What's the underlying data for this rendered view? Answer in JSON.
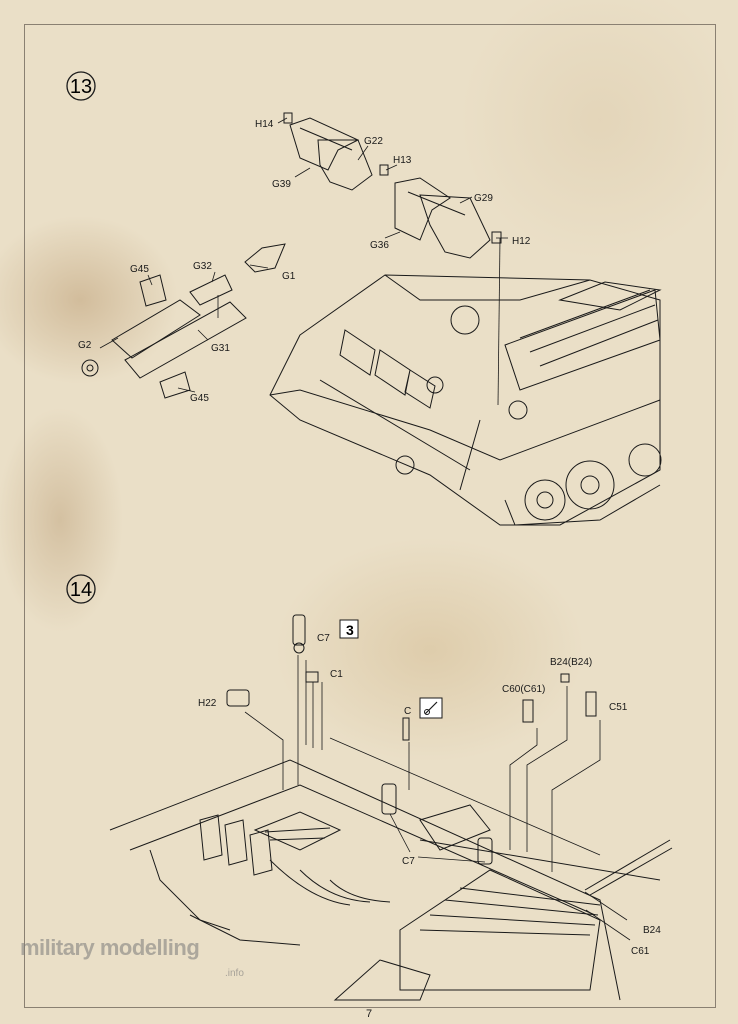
{
  "steps": [
    {
      "number": "13",
      "labels": {
        "H14": "H14",
        "G22": "G22",
        "H13": "H13",
        "G39": "G39",
        "G29": "G29",
        "G36": "G36",
        "H12": "H12",
        "G45a": "G45",
        "G32": "G32",
        "G1": "G1",
        "G2": "G2",
        "G31": "G31",
        "G45b": "G45"
      }
    },
    {
      "number": "14",
      "labels": {
        "C7a": "C7",
        "C1": "C1",
        "H22": "H22",
        "C": "C",
        "B24B24": "B24(B24)",
        "C60C61": "C60(C61)",
        "C51": "C51",
        "C7b": "C7",
        "B24": "B24",
        "C61": "C61"
      },
      "badge_count": "3"
    }
  ],
  "watermark": {
    "text": "military modelling",
    "sub": ".info"
  },
  "page_number": "7",
  "colors": {
    "ink": "#1a1a1a",
    "paper": "#eadfc7",
    "frame": "#8a8072"
  }
}
